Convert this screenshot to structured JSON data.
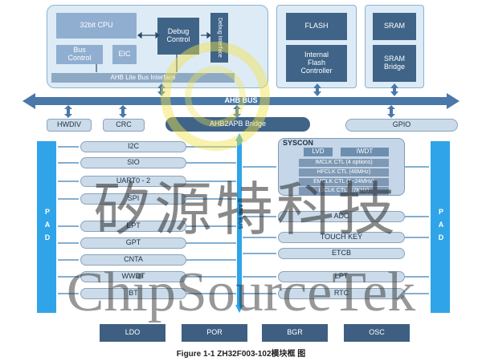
{
  "cpu_block": {
    "cpu": "32bit CPU",
    "bus_control": "Bus\nControl",
    "eic": "EIC",
    "debug_control": "Debug\nControl",
    "debug_interface": "Debug Interface",
    "ahb_lite": "AHB Lite Bus Interface"
  },
  "flash_block": {
    "flash": "FLASH",
    "controller": "Internal\nFlash\nController"
  },
  "sram_block": {
    "sram": "SRAM",
    "bridge": "SRAM\nBridge"
  },
  "buses": {
    "ahb_bus": "AHB BUS",
    "ahb2apb": "AHB2APB Bridge",
    "apb_bus": "APB BUS"
  },
  "ahb_peripherals": [
    "HWDIV",
    "CRC",
    "GPIO"
  ],
  "syscon": {
    "title": "SYSCON",
    "lvd": "LVD",
    "iwdt": "IWDT",
    "items": [
      "IMCLK CTL (4 options)",
      "HFCLK CTL (48MHz)",
      "EMCLK CTL (1~24MHz)",
      "ISCLK CTL (27KHz)"
    ]
  },
  "left_peripherals": [
    "I2C",
    "SIO",
    "UART0 - 2",
    "SPI",
    "EPT",
    "GPT",
    "CNTA",
    "WWDT",
    "BT"
  ],
  "right_peripherals": [
    "ADC",
    "TOUCH KEY",
    "ETCB",
    "LPT",
    "RTC"
  ],
  "pad_label": "PAD",
  "power_blocks": [
    "LDO",
    "POR",
    "BGR",
    "OSC"
  ],
  "watermark": {
    "line1": "矽源特科技",
    "line2": "ChipSourceTek"
  },
  "caption": "Figure 1-1 ZH32F003-102模块框 图",
  "colors": {
    "pad": "#2fa4e8",
    "dark": "#3f6488",
    "light": "#cbdbe9",
    "panel": "#dcebf6",
    "bus": "#4a78a8"
  }
}
